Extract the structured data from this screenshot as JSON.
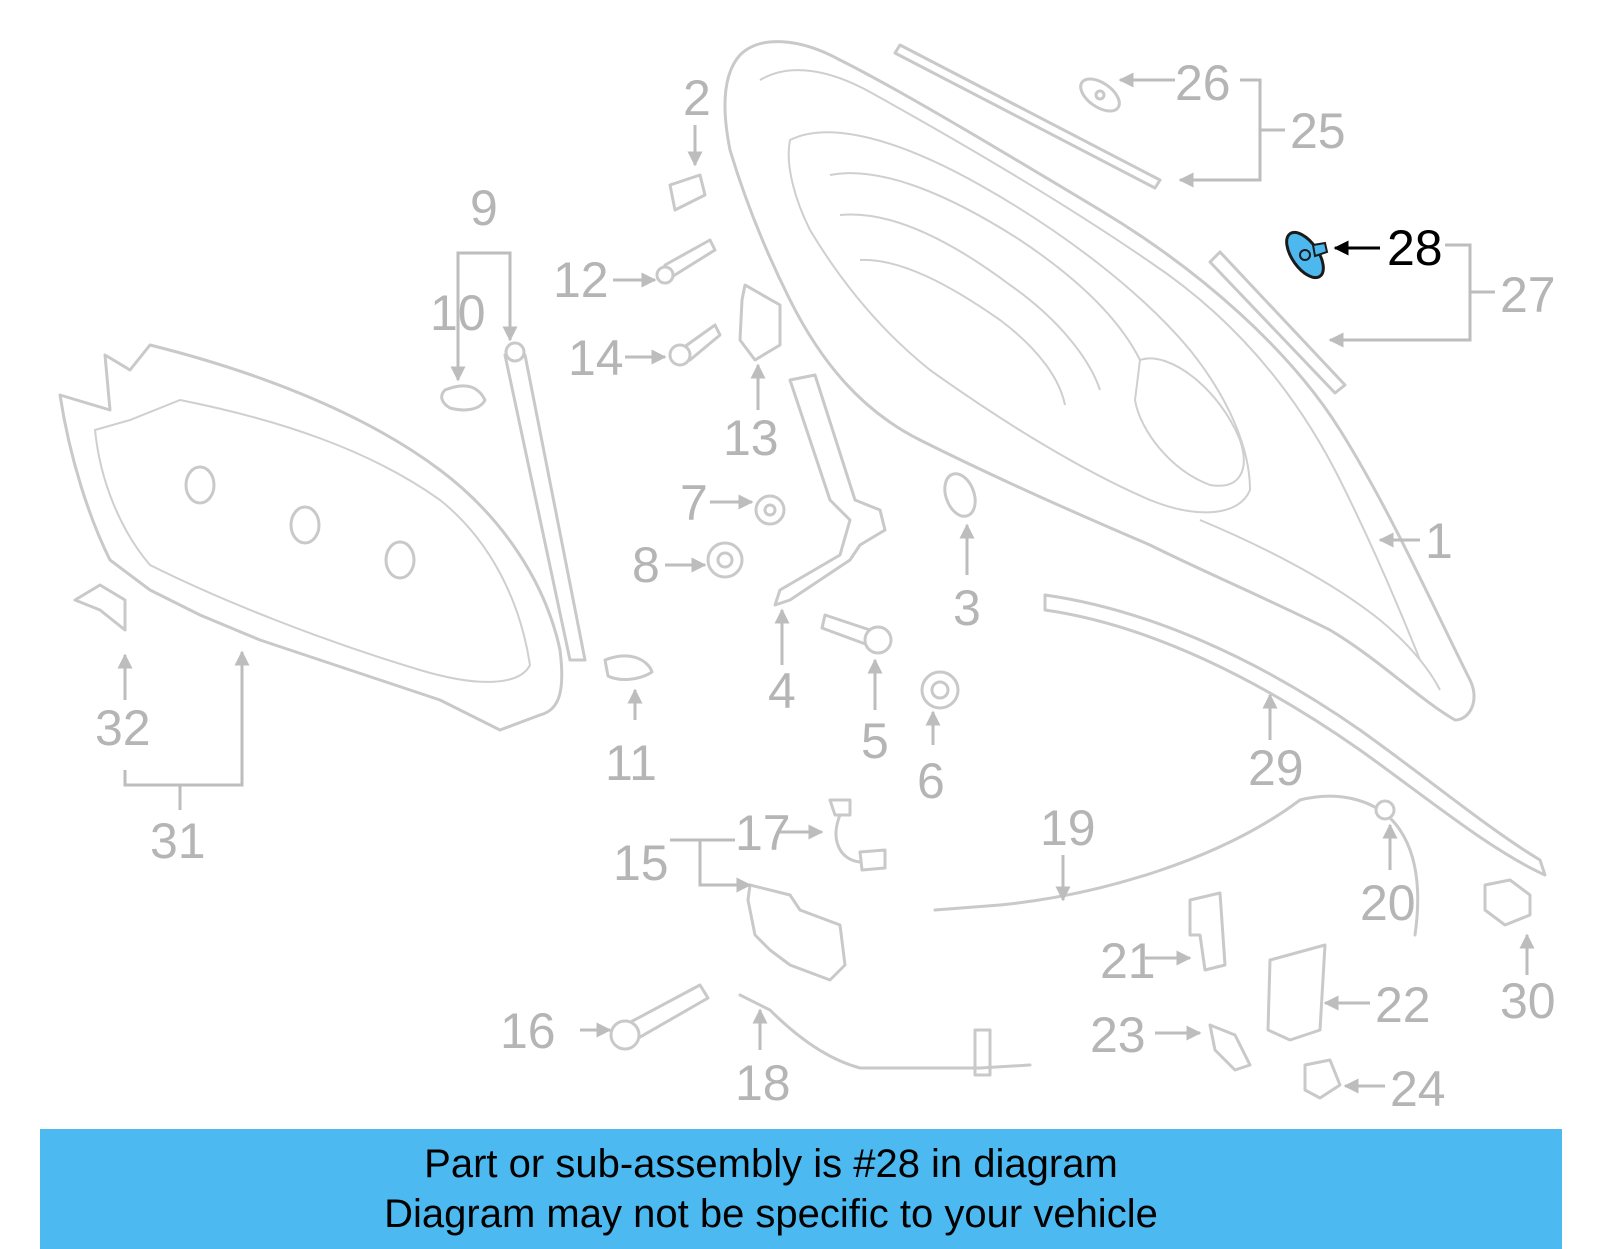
{
  "diagram": {
    "highlighted_part": "28",
    "colors": {
      "part_outline": "#c9c9c9",
      "callout_text": "#b5b5b5",
      "highlight": "#4cb8ee",
      "banner": "#4cbaf0"
    },
    "callouts": {
      "c1": "1",
      "c2": "2",
      "c3": "3",
      "c4": "4",
      "c5": "5",
      "c6": "6",
      "c7": "7",
      "c8": "8",
      "c9": "9",
      "c10": "10",
      "c11": "11",
      "c12": "12",
      "c13": "13",
      "c14": "14",
      "c15": "15",
      "c16": "16",
      "c17": "17",
      "c18": "18",
      "c19": "19",
      "c20": "20",
      "c21": "21",
      "c22": "22",
      "c23": "23",
      "c24": "24",
      "c25": "25",
      "c26": "26",
      "c27": "27",
      "c28": "28",
      "c29": "29",
      "c30": "30",
      "c31": "31",
      "c32": "32"
    }
  },
  "banner": {
    "line1": "Part or sub-assembly is #28 in diagram",
    "line2": "Diagram may not be specific to your vehicle"
  }
}
